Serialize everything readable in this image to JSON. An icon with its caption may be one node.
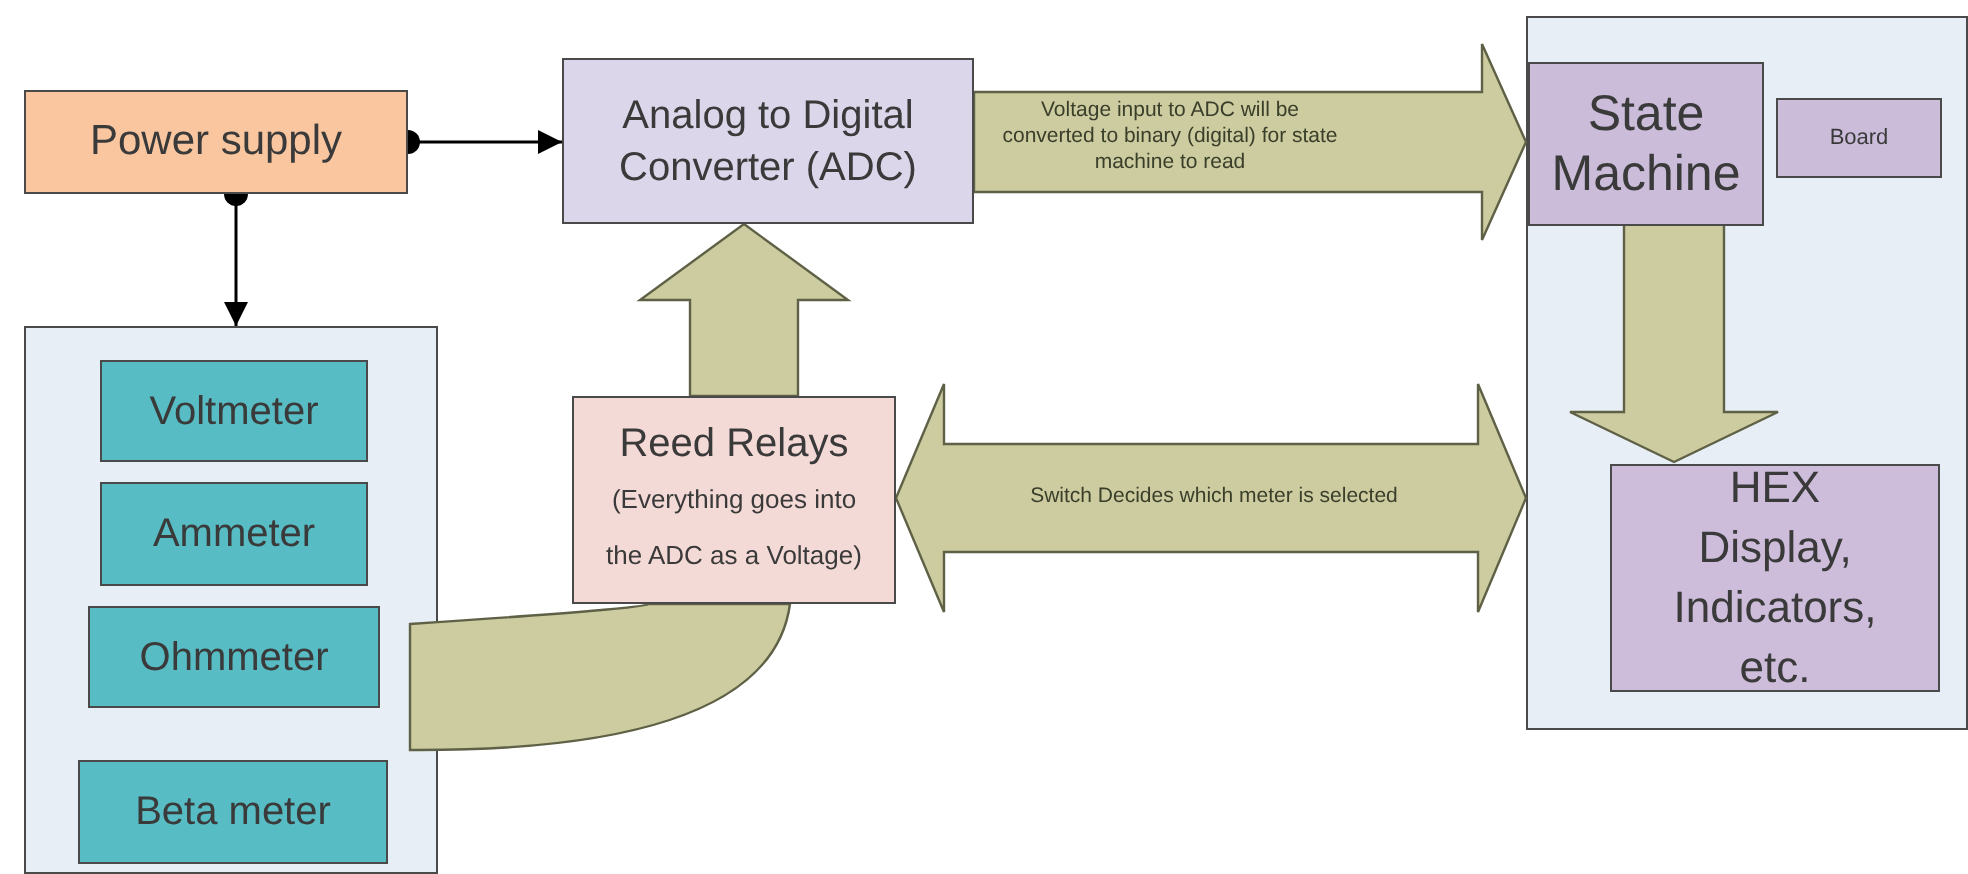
{
  "diagram": {
    "nodes": [
      {
        "text": [
          "Power supply"
        ]
      },
      {
        "text": [
          "Analog to Digital Converter (ADC)"
        ]
      },
      {
        "text": [],
        "shape": "box"
      },
      {
        "text": [
          "Voltmeter"
        ],
        "in": 2
      },
      {
        "text": [
          "Ammeter"
        ],
        "in": 2
      },
      {
        "text": [
          "Ohmmeter"
        ],
        "in": 2
      },
      {
        "text": [
          "Beta meter"
        ],
        "in": 2
      },
      {
        "text": [
          "Reed Relays",
          "(Everything goes into the ADC as a Voltage)"
        ]
      },
      {
        "text": [],
        "shape": "box"
      },
      {
        "text": [
          "State Machine"
        ],
        "in": 8
      },
      {
        "text": [
          "Board"
        ],
        "in": 8
      },
      {
        "text": [
          "HEX Display, Indicators, etc."
        ],
        "in": 8
      }
    ],
    "edges": [
      {
        "from": 0,
        "to": 1,
        "arrow": "to",
        "color": "#000000"
      },
      {
        "from": 0,
        "to": 2,
        "arrow": "to",
        "color": "#000000"
      },
      {
        "from": 1,
        "to": 9,
        "arrow": "to",
        "style": "thick",
        "label": "Voltage input to ADC will be converted to binary (digital) for state machine to read"
      },
      {
        "from": 2,
        "to": 7,
        "arrow": "none",
        "style": "thick"
      },
      {
        "from": 7,
        "to": 1,
        "arrow": "to",
        "style": "thick"
      },
      {
        "from": 7,
        "to": 8,
        "arrow": "both",
        "style": "thick",
        "label": "Switch Decides which meter is selected"
      },
      {
        "from": 9,
        "to": 11,
        "arrow": "to",
        "style": "thick"
      }
    ]
  }
}
